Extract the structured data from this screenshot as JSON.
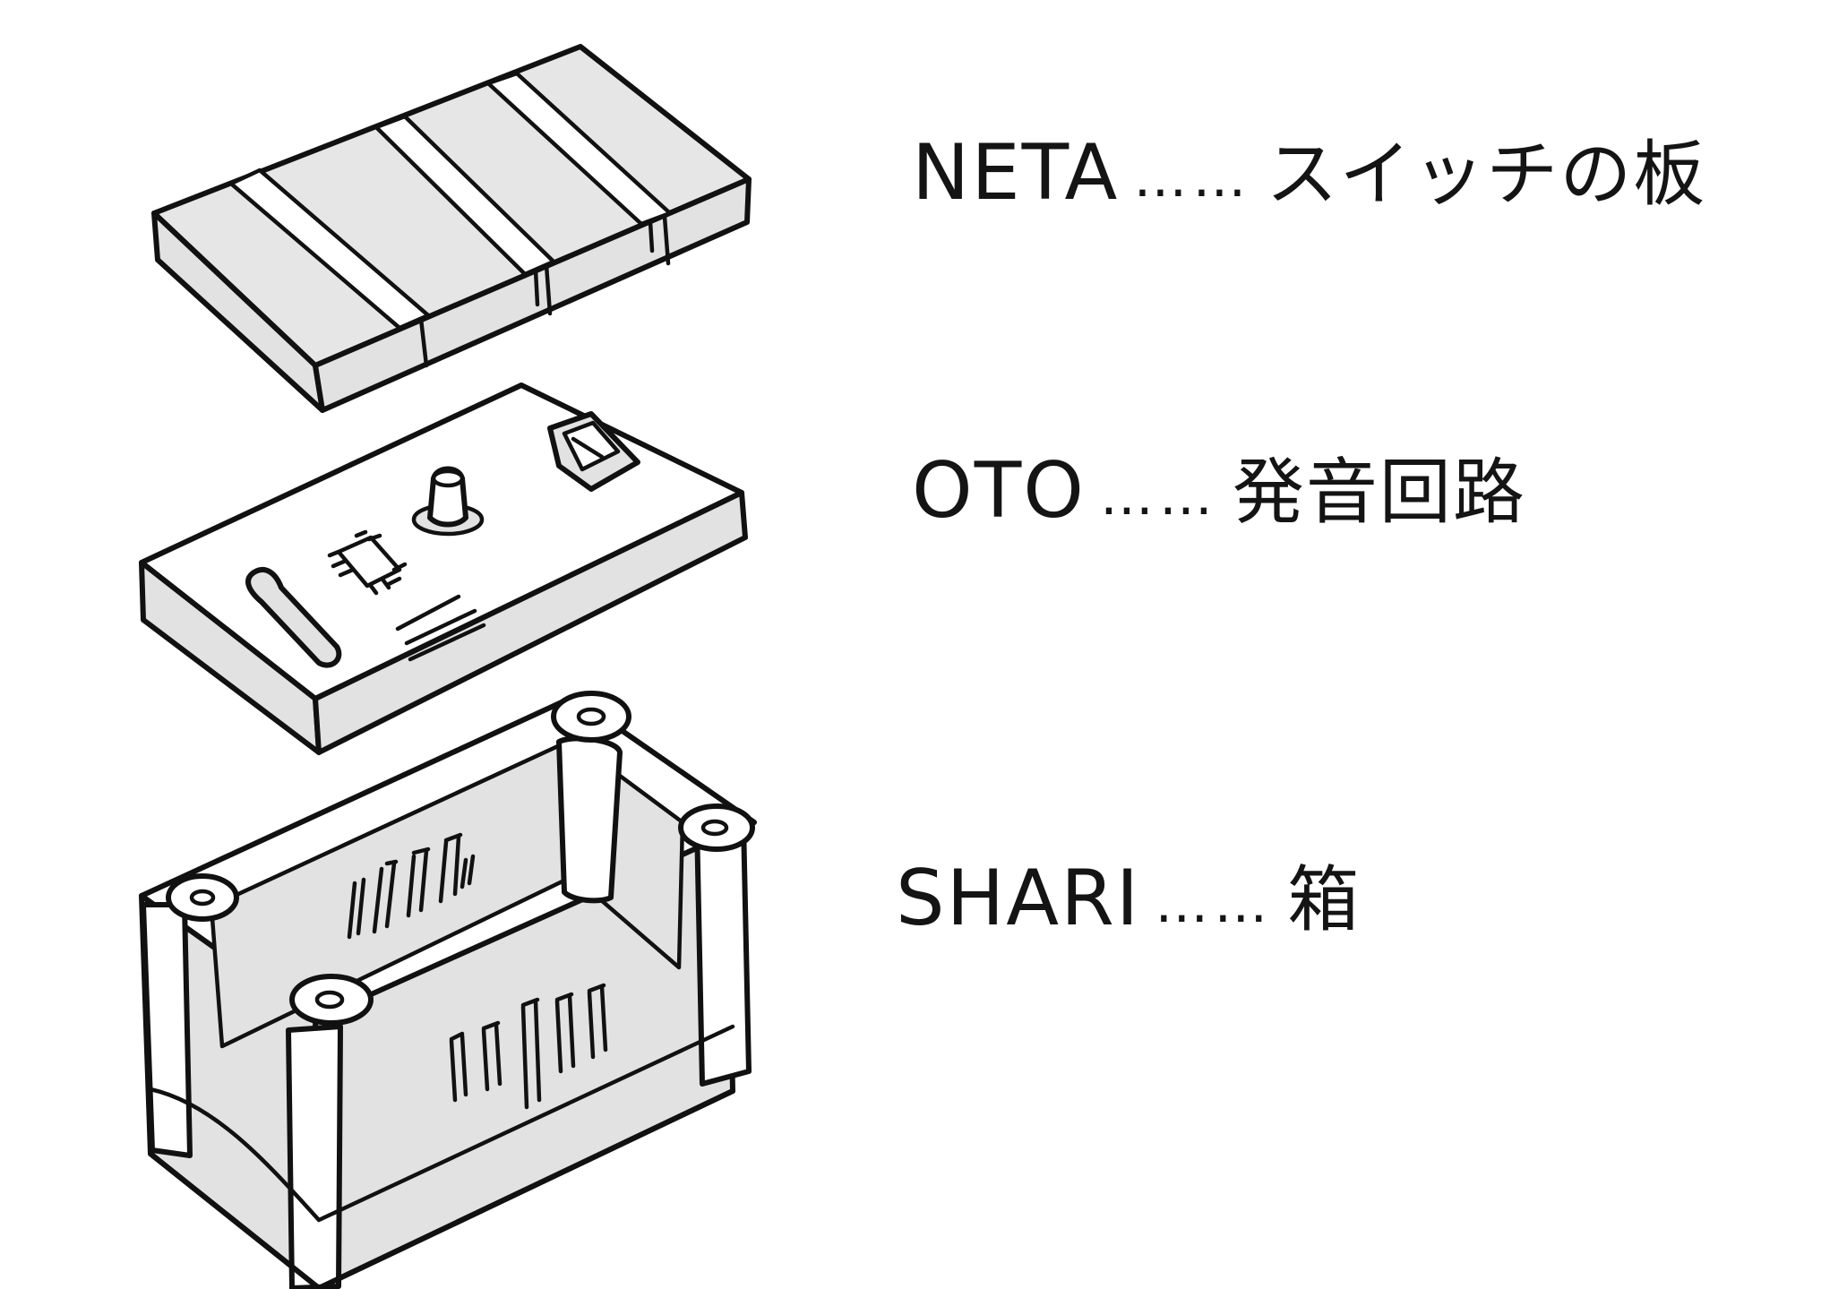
{
  "labels": [
    {
      "term": "NETA",
      "separator": "……",
      "meaning": "スイッチの板"
    },
    {
      "term": "OTO",
      "separator": "……",
      "meaning": "発音回路"
    },
    {
      "term": "SHARI",
      "separator": "……",
      "meaning": "箱"
    }
  ],
  "parts": [
    "switch-plate",
    "sound-circuit-board",
    "enclosure-box"
  ],
  "colors": {
    "ink": "#111111",
    "fill": "#e4e4e4",
    "background": "#ffffff"
  }
}
